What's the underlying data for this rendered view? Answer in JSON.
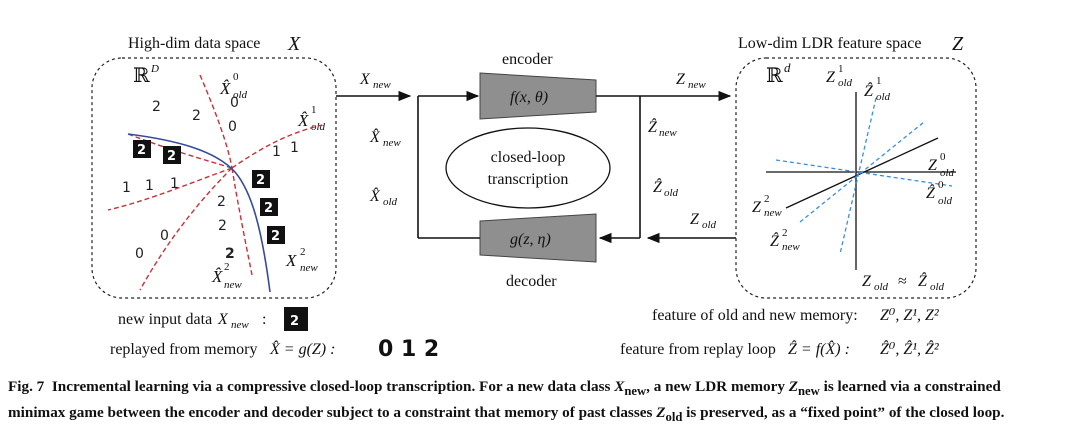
{
  "left_panel": {
    "title": "High-dim data space",
    "title_var": "X",
    "space": "ℝ",
    "space_sup": "D",
    "xhat_old_0": "X̂",
    "label_sub_old": "old",
    "sup0": "0",
    "sup1": "1",
    "sup2": "2",
    "x_new_sub": "new",
    "digits": [
      "2",
      "2",
      "0",
      "0",
      "1",
      "1",
      "1",
      "1",
      "1",
      "2",
      "2",
      "0",
      "0",
      "2"
    ]
  },
  "arrows": {
    "x_new": "X",
    "x_new_sub": "new",
    "xhat_new": "X̂",
    "xhat_old": "X̂",
    "sub_new": "new",
    "sub_old": "old",
    "z_new": "Z",
    "zhat_new": "Ẑ",
    "zhat_old": "Ẑ",
    "z_old": "Z"
  },
  "encoder": {
    "title": "encoder",
    "func": "f(x, θ)"
  },
  "decoder": {
    "title": "decoder",
    "func": "g(z, η)"
  },
  "loop": {
    "line1": "closed-loop",
    "line2": "transcription"
  },
  "right_panel": {
    "title": "Low-dim LDR feature space",
    "title_var": "Z",
    "space": "ℝ",
    "space_sup": "d",
    "z": "Z",
    "zhat": "Ẑ",
    "approx": "≈"
  },
  "bottom": {
    "new_input_label": "new input data",
    "new_input_var": "X",
    "new_input_sub": "new",
    "colon": ":",
    "replay_label": "replayed from memory",
    "replay_eq": "X̂ = g(Z) :",
    "replay_digits": "0 1 2",
    "feat_old_new": "feature of old and new memory:",
    "feat_old_new_vals": "Z⁰, Z¹, Z²",
    "feat_replay": "feature from replay loop",
    "feat_replay_eq": "Ẑ = f(X̂) :",
    "feat_replay_vals": "Ẑ⁰, Ẑ¹, Ẑ²"
  },
  "caption": {
    "fig": "Fig. 7",
    "t1": "Incremental learning via a compressive closed-loop transcription. For a new data class",
    "v1": "X",
    "v1_sub": "new",
    "t2": ", a new LDR memory",
    "v2": "Z",
    "v2_sub": "new",
    "t3": "is learned via a constrained minimax game between the encoder and decoder subject to a constraint that memory of past classes",
    "v3": "Z",
    "v3_sub": "old",
    "t4": "is preserved, as a “fixed point” of the closed loop."
  },
  "colors": {
    "red_boundary": "#c8303a",
    "blue_curve": "#3a4a9a",
    "blue_dashed": "#3a8ee0"
  }
}
